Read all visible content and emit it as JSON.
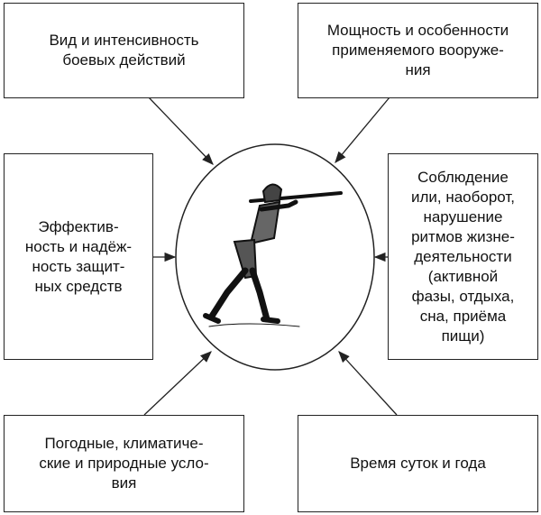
{
  "diagram": {
    "factors": {
      "top_left": "Вид и интенсивность\nбоевых действий",
      "top_right": "Мощность и особенности\nприменяемого вооруже-\nния",
      "middle_left": "Эффектив-\nность и надёж-\nность защит-\nных средств",
      "middle_right": "Соблюдение\nили, наоборот,\nнарушение\nритмов жизне-\nдеятельности\n(активной\nфазы, отдыха,\nсна, приёма\nпищи)",
      "bottom_left": "Погодные, климатиче-\nские и природные усло-\nвия",
      "bottom_right": "Время суток и года"
    },
    "center_image": "soldier-aiming-rifle"
  }
}
